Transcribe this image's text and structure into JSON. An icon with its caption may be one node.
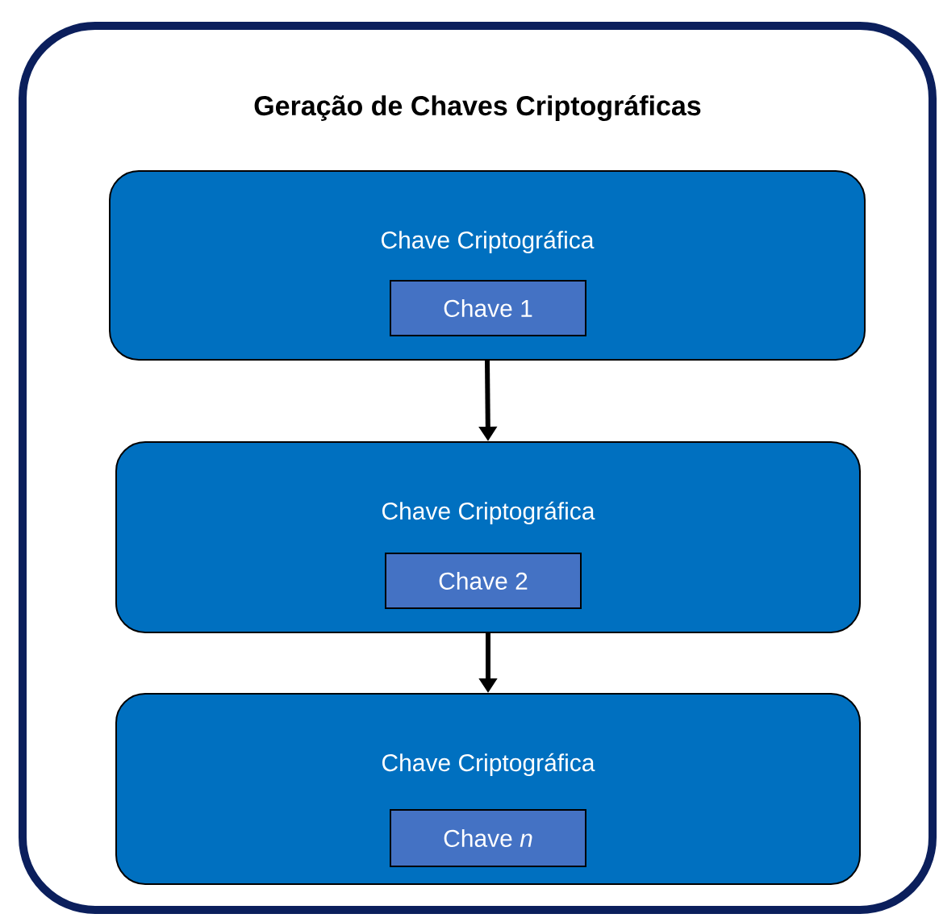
{
  "diagram": {
    "nodes": [
      {
        "text": [
          "Geração de Chaves Criptográficas"
        ]
      },
      {
        "text": [
          "Chave Criptográfica"
        ],
        "in": 0
      },
      {
        "text": [
          "Chave 1"
        ],
        "in": 1
      },
      {
        "text": [
          "Chave Criptográfica"
        ],
        "in": 0
      },
      {
        "text": [
          "Chave 2"
        ],
        "in": 3
      },
      {
        "text": [
          "Chave Criptográfica"
        ],
        "in": 0
      },
      {
        "text": [
          "Chave *n*"
        ],
        "in": 5
      }
    ],
    "edges": [
      {
        "from": 1,
        "to": 3,
        "arrow": "to"
      },
      {
        "from": 3,
        "to": 5,
        "arrow": "to"
      }
    ]
  }
}
